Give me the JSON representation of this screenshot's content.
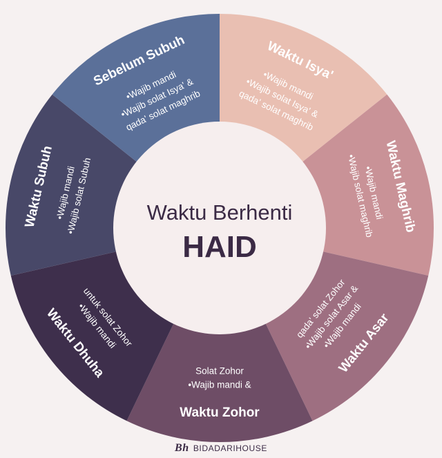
{
  "center": {
    "line1": "Waktu Berhenti",
    "line2": "HAID",
    "color": "#f6eeee"
  },
  "segments": [
    {
      "id": "isya",
      "title": "Waktu Isya'",
      "lines": [
        "•Wajib mandi",
        "•Wajib solat Isya' &",
        "qada' solat maghrib"
      ],
      "color": "#e9bfb2",
      "text_color": "#ffffff"
    },
    {
      "id": "maghrib",
      "title": "Waktu Maghrib",
      "lines": [
        "•Wajib mandi",
        "•Wajib solat maghrib"
      ],
      "color": "#c99297",
      "text_color": "#ffffff"
    },
    {
      "id": "asar",
      "title": "Waktu Asar",
      "lines": [
        "•Wajib mandi",
        "•Wajib solat Asar &",
        "qada' solat Zohor"
      ],
      "color": "#9e6f81",
      "text_color": "#ffffff"
    },
    {
      "id": "zohor",
      "title": "Waktu Zohor",
      "lines": [
        "•Wajib mandi &",
        "Solat Zohor"
      ],
      "color": "#6e4d66",
      "text_color": "#ffffff"
    },
    {
      "id": "dhuha",
      "title": "Waktu Dhuha",
      "lines": [
        "•Wajib mandi",
        "untuk solat Zohor"
      ],
      "color": "#3e2f4c",
      "text_color": "#ffffff"
    },
    {
      "id": "subuh",
      "title": "Waktu Subuh",
      "lines": [
        "•Wajib mandi",
        "•Wajib solat Subuh"
      ],
      "color": "#484868",
      "text_color": "#ffffff"
    },
    {
      "id": "sebelum-subuh",
      "title": "Sebelum Subuh",
      "lines": [
        "•Wajib mandi",
        "•Wajib solat Isya' &",
        "qada' solat maghrib"
      ],
      "color": "#5b7099",
      "text_color": "#ffffff"
    }
  ],
  "footer": {
    "logo_mark": "Bh",
    "brand": "BIDADARIHOUSE"
  }
}
